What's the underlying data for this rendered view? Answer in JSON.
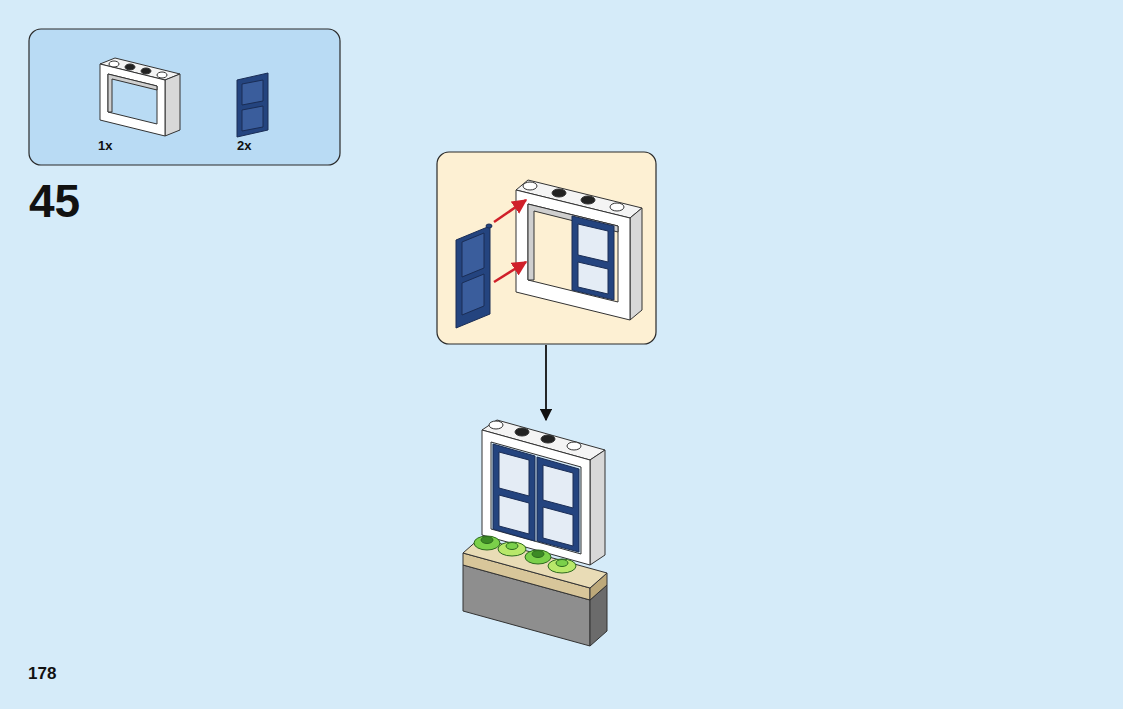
{
  "diagram": {
    "nodes": [
      {
        "text": [
          "1x",
          "2x"
        ]
      }
    ],
    "labels": [
      "45",
      "178"
    ]
  }
}
